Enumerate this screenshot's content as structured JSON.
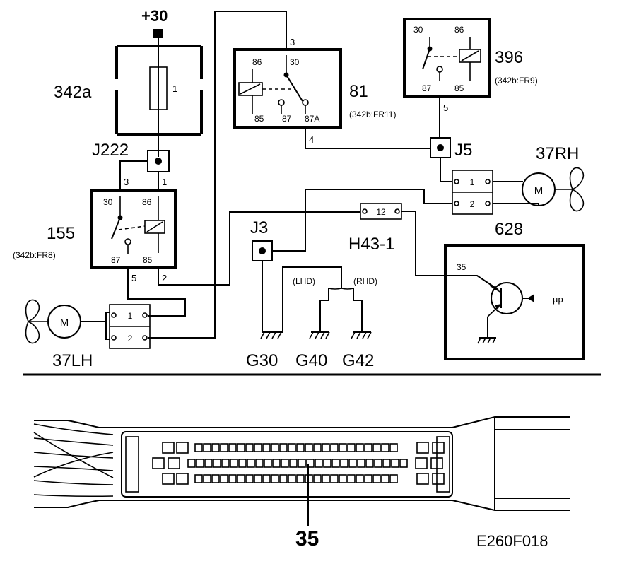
{
  "power": {
    "label": "+30"
  },
  "fuse_box": {
    "id": "342a",
    "fuse_number": "1"
  },
  "junctions": {
    "j222": "J222",
    "j5": "J5",
    "j3": "J3"
  },
  "relay_155": {
    "id": "155",
    "ref": "(342b:FR8)",
    "pins": [
      "30",
      "86",
      "87",
      "85"
    ]
  },
  "relay_81": {
    "id": "81",
    "ref": "(342b:FR11)",
    "pins": [
      "86",
      "30",
      "85",
      "87",
      "87A"
    ]
  },
  "relay_396": {
    "id": "396",
    "ref": "(342b:FR9)",
    "pins": [
      "30",
      "86",
      "87",
      "85"
    ]
  },
  "wires": {
    "w3_top": "3",
    "w4": "4",
    "w5_right": "5",
    "w3_left": "3",
    "w1": "1",
    "w5_left": "5",
    "w2": "2"
  },
  "fans": {
    "left": {
      "id": "37LH",
      "motor": "M",
      "pins": [
        "1",
        "2"
      ]
    },
    "right": {
      "id": "37RH",
      "motor": "M",
      "pins": [
        "1",
        "2"
      ]
    }
  },
  "resistor": {
    "id": "628",
    "pins": [
      "1",
      "2"
    ]
  },
  "connector_h43": {
    "id": "H43-1",
    "pin": "12"
  },
  "ecu": {
    "pin": "35",
    "input": "µp"
  },
  "grounds": {
    "g30": "G30",
    "g40": "G40",
    "g42": "G42",
    "lhd": "(LHD)",
    "rhd": "(RHD)"
  },
  "connector_view": {
    "pin_label": "35"
  },
  "figure_id": "E260F018"
}
